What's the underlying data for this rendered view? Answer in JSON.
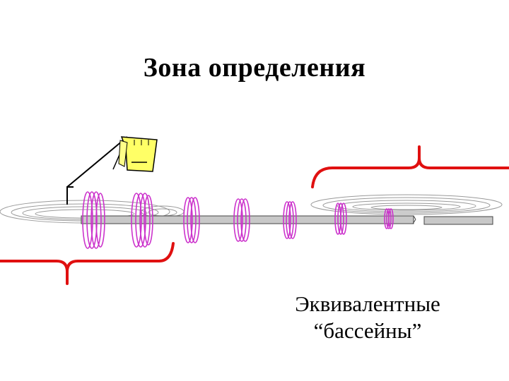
{
  "slide": {
    "title": "Зона определения",
    "caption_line1": "Эквивалентные",
    "caption_line2": "“бассейны”"
  },
  "colors": {
    "brace": "#e01010",
    "coil": "#cc33cc",
    "cylinder_fill": "#c8c8c8",
    "cylinder_stroke": "#444444",
    "droplet": "#ffff66",
    "ripple": "#999999"
  },
  "icons": {
    "dropper": "pipette-icon",
    "coil": "coil-icon",
    "brace": "curly-brace-icon"
  }
}
